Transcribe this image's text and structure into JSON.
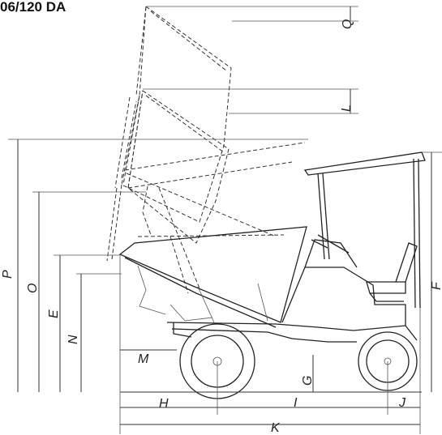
{
  "title": "06/120 DA",
  "labels": {
    "P": "P",
    "O": "O",
    "E": "E",
    "N": "N",
    "Q": "Q",
    "L": "L",
    "F": "F",
    "M": "M",
    "G": "G",
    "H": "H",
    "I": "I",
    "J": "J",
    "K": "K"
  }
}
